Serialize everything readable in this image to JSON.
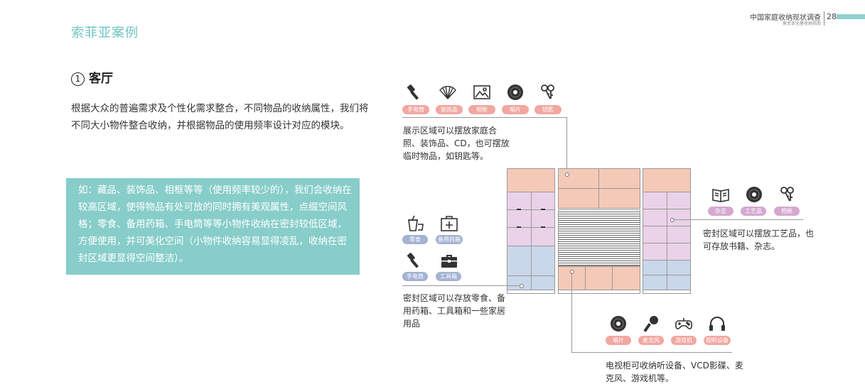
{
  "header": {
    "section_title": "索菲亚案例",
    "report_title": "中国家庭收纳现状调查",
    "report_subtitle": "索菲亚全屋收纳指南",
    "page_number": "28",
    "accent_color": "#8fd0cd"
  },
  "main": {
    "heading_number": "1",
    "heading": "客厅",
    "intro": "根据大众的普遍需求及个性化需求整合，不同物品的收纳属性，我们将不同大小物件整合收纳，并根据物品的使用频率设计对应的模块。",
    "callout": "如：藏品、装饰品、相框等等（使用频率较少的），我们会收纳在较高区域，使得物品有处可放的同时拥有美观属性，点缀空间风格；零食、备用药箱、手电筒等等小物件收纳在密封较低区域，方便使用，并可美化空间（小物件收纳容易显得凌乱，收纳在密封区域更显得空间整洁）。"
  },
  "diagram": {
    "top_group": {
      "items": [
        {
          "icon": "flashlight-icon",
          "label": "手电筒"
        },
        {
          "icon": "fan-icon",
          "label": "装饰品"
        },
        {
          "icon": "picture-frame-icon",
          "label": "相框"
        },
        {
          "icon": "disc-icon",
          "label": "唱片"
        },
        {
          "icon": "keys-icon",
          "label": "钥匙"
        }
      ],
      "desc": "展示区域可以摆放家庭合照、装饰品、CD，也可摆放临时物品，如钥匙等。"
    },
    "right_group": {
      "items": [
        {
          "icon": "book-icon",
          "label": "杂志"
        },
        {
          "icon": "disc-icon",
          "label": "工艺品"
        },
        {
          "icon": "keys-icon",
          "label": "相框"
        }
      ],
      "desc": "密封区域可以摆放工艺品，也可存放书籍、杂志。"
    },
    "left_group": {
      "items": [
        {
          "icon": "snack-cup-icon",
          "label": "零食"
        },
        {
          "icon": "medicine-box-icon",
          "label": "备用药箱"
        },
        {
          "icon": "flashlight-icon",
          "label": "手电筒"
        },
        {
          "icon": "toolbox-icon",
          "label": "工具箱"
        }
      ],
      "desc": "密封区域可以存放零食、备用药箱、工具箱和一些家居用品"
    },
    "bottom_group": {
      "items": [
        {
          "icon": "disc-icon",
          "label": "唱片"
        },
        {
          "icon": "microphone-icon",
          "label": "麦克风"
        },
        {
          "icon": "gamepad-icon",
          "label": "游戏机"
        },
        {
          "icon": "headphones-icon",
          "label": "视听设备"
        }
      ],
      "desc": "电视柜可收纳听设备、VCD影碟、麦克风、游戏机等。"
    },
    "colors": {
      "pink": "#f5c9b7",
      "purple": "#ead2e8",
      "blue": "#c9d7ea",
      "tag_pink": "#f2a7a1",
      "tag_purple": "#d5a8cf",
      "tag_blue": "#a3b3d3"
    }
  }
}
